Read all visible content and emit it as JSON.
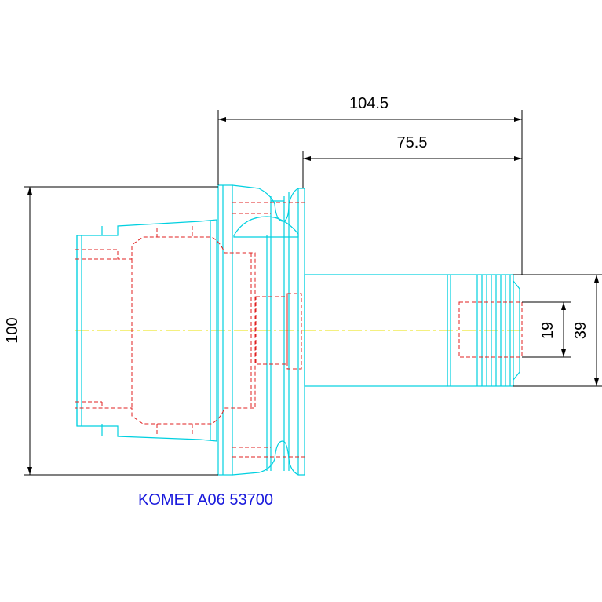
{
  "dimensions": {
    "overall_length": "104.5",
    "shank_length": "75.5",
    "flange_diameter": "100",
    "bore_diameter": "19",
    "shank_diameter": "39"
  },
  "caption": "KOMET A06 53700",
  "colors": {
    "outline": "#00d0e0",
    "hidden_lines": "#e02020",
    "dimension": "#000000",
    "centerline": "#e8e000",
    "caption": "#1a1adc"
  }
}
